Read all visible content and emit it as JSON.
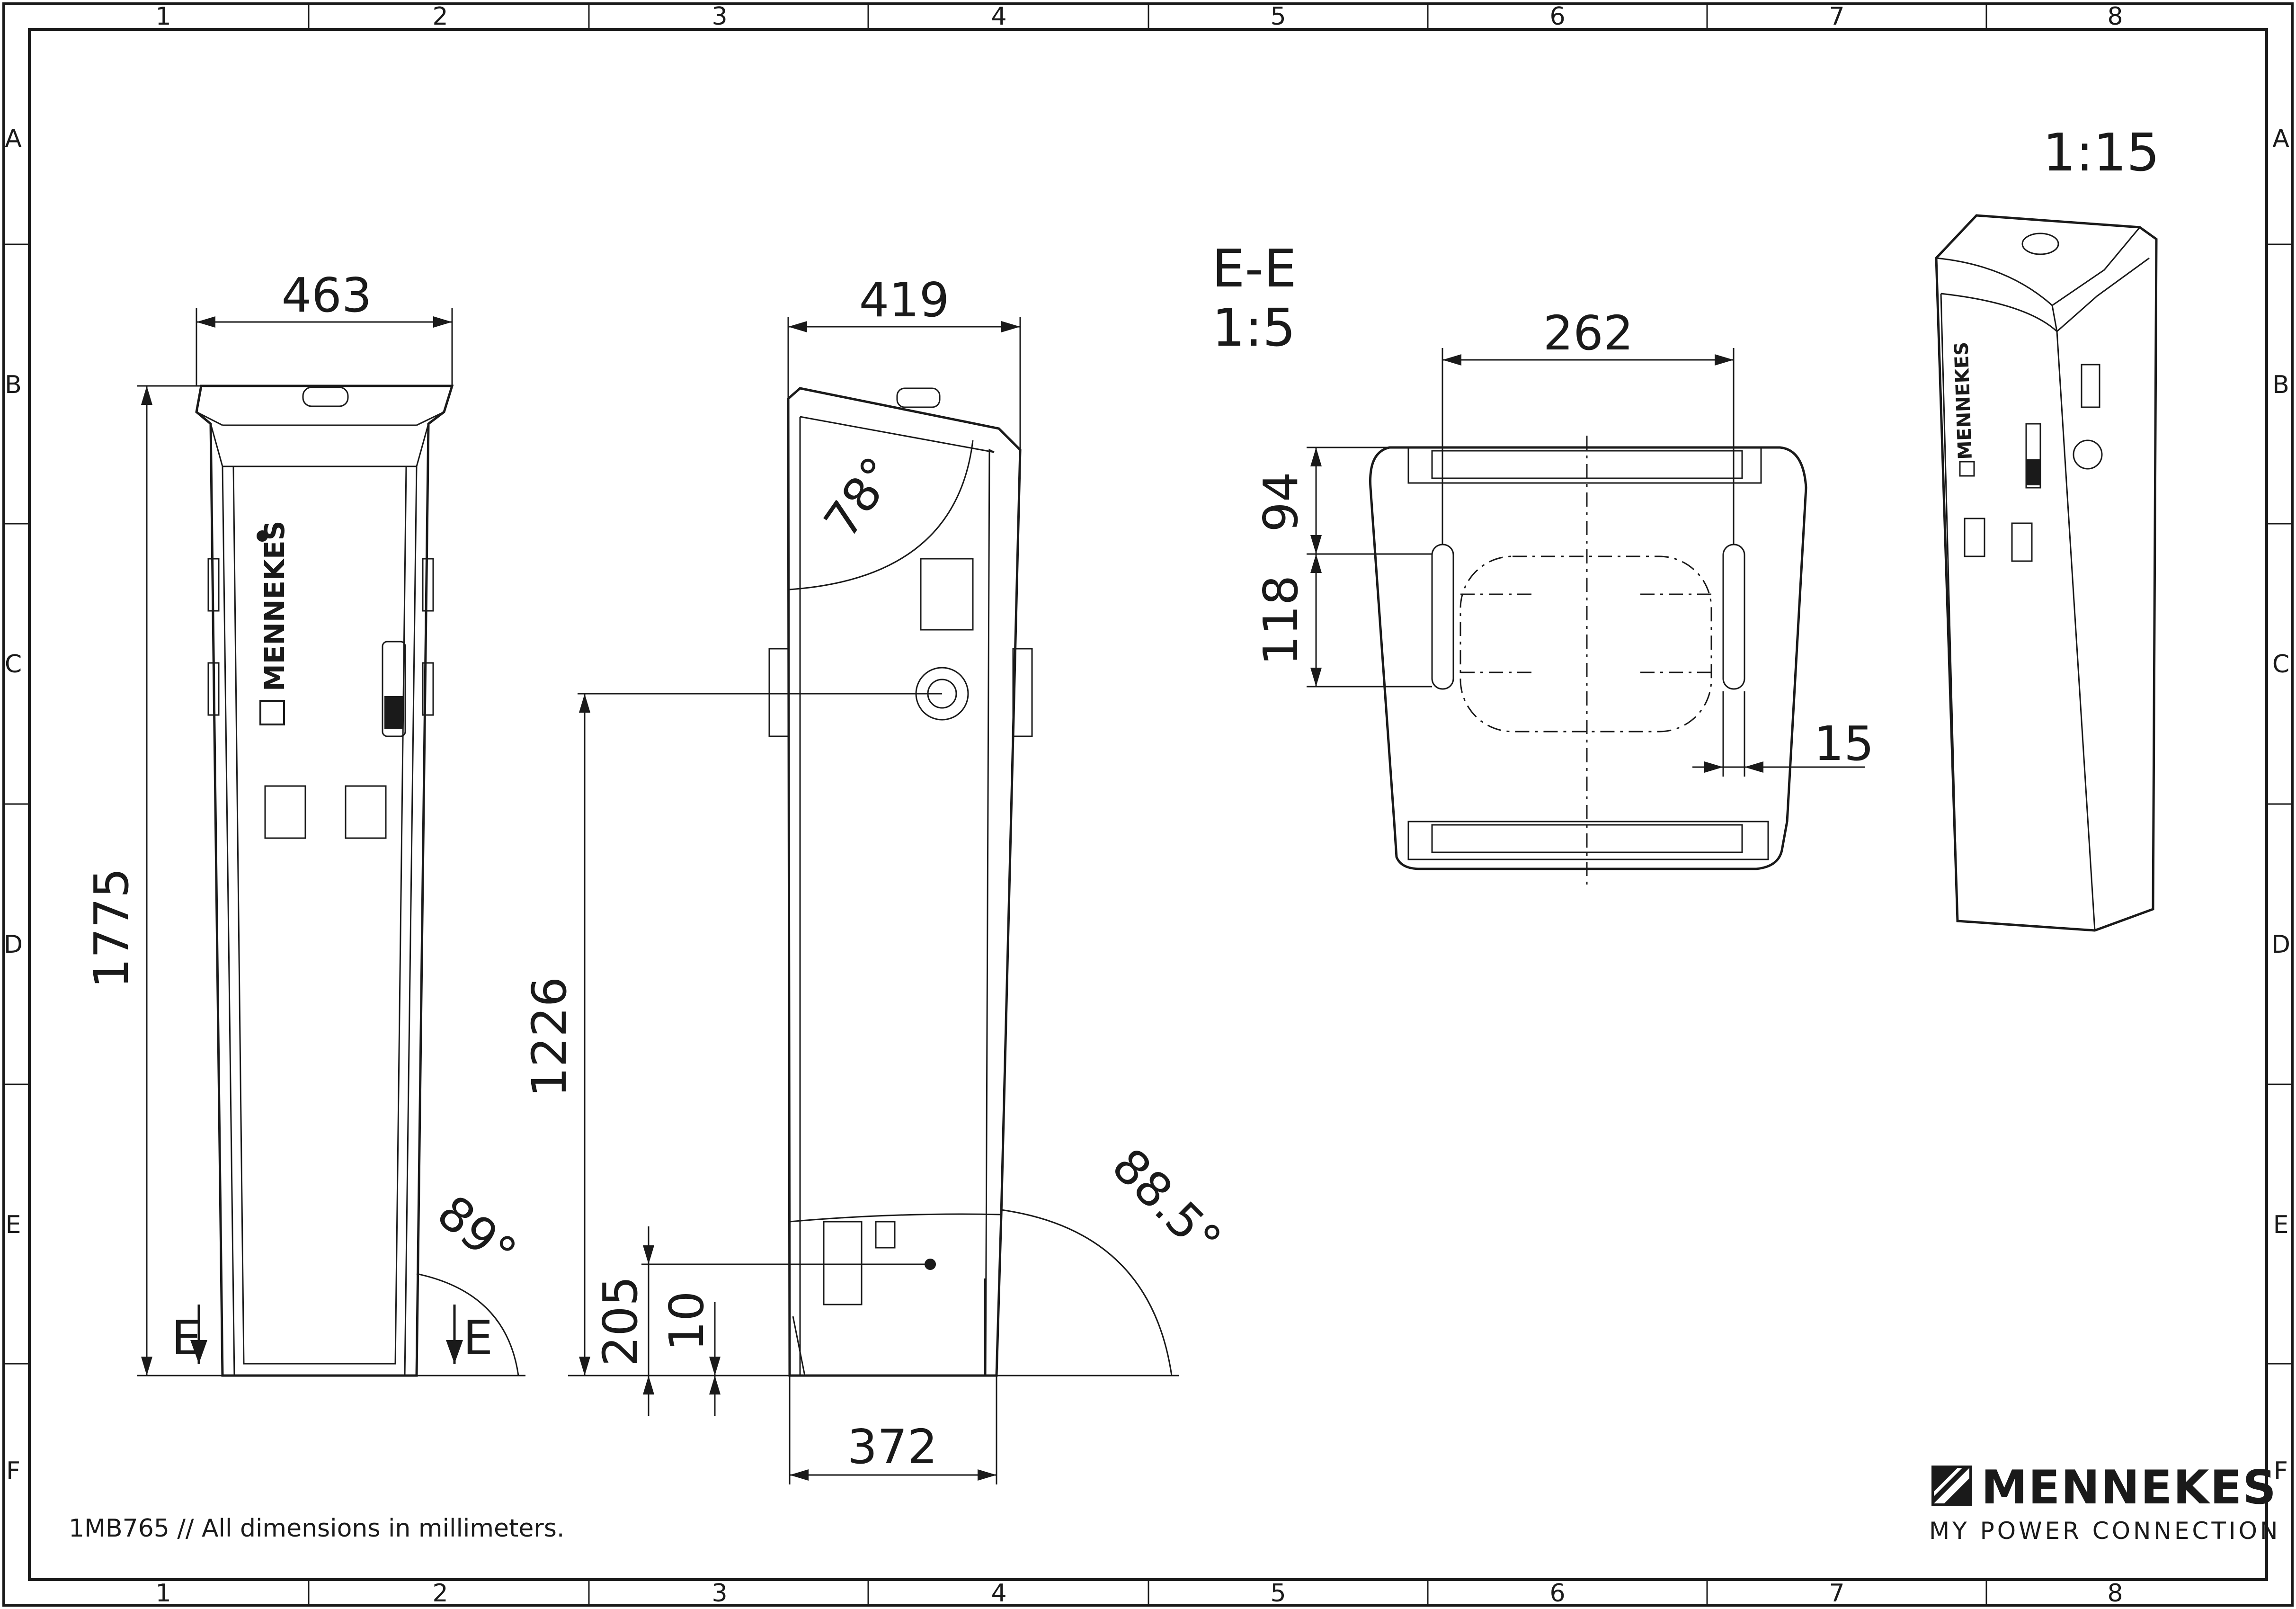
{
  "grid": {
    "columns": [
      "1",
      "2",
      "3",
      "4",
      "5",
      "6",
      "7",
      "8"
    ],
    "rows": [
      "A",
      "B",
      "C",
      "D",
      "E",
      "F"
    ]
  },
  "front_view": {
    "width_dim": "463",
    "height_dim": "1775",
    "angle_dim": "89°",
    "section_marker": "E",
    "logo_text": "MENNEKES"
  },
  "side_view": {
    "top_width_dim": "419",
    "base_width_dim": "372",
    "socket_height_dim": "1226",
    "base_height_dim": "205",
    "foot_dim": "10",
    "top_angle_dim": "78°",
    "base_angle_dim": "88.5°"
  },
  "section_view": {
    "title": "E-E",
    "scale": "1:5",
    "span_dim": "262",
    "dim_94": "94",
    "dim_118": "118",
    "dim_15": "15"
  },
  "iso_view": {
    "scale": "1:15",
    "logo_text": "MENNEKES"
  },
  "title_block": {
    "note": "1MB765 // All dimensions in millimeters.",
    "brand": "MENNEKES",
    "tagline": "MY POWER CONNECTION"
  },
  "colors": {
    "line": "#1a1a1a",
    "background": "#ffffff"
  }
}
